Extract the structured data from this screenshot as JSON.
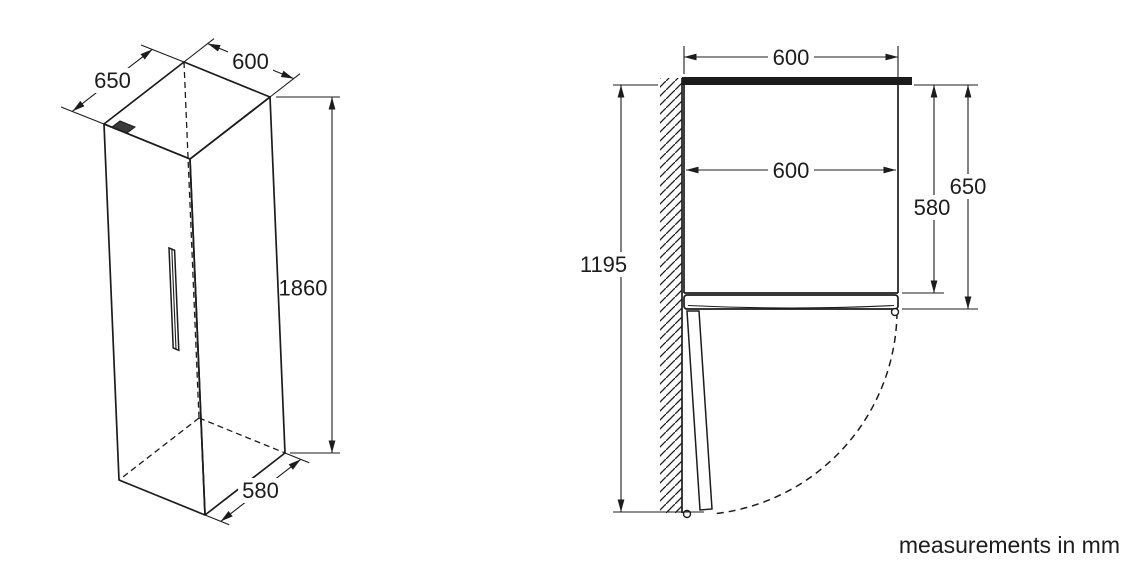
{
  "front_view": {
    "depth_top_label": "650",
    "width_label": "600",
    "height_label": "1860",
    "depth_bottom_label": "580"
  },
  "top_view": {
    "outer_width_label": "600",
    "inner_width_label": "600",
    "body_depth_label": "580",
    "door_depth_label": "650",
    "clearance_label": "1195"
  },
  "footer": {
    "note": "measurements in mm"
  }
}
